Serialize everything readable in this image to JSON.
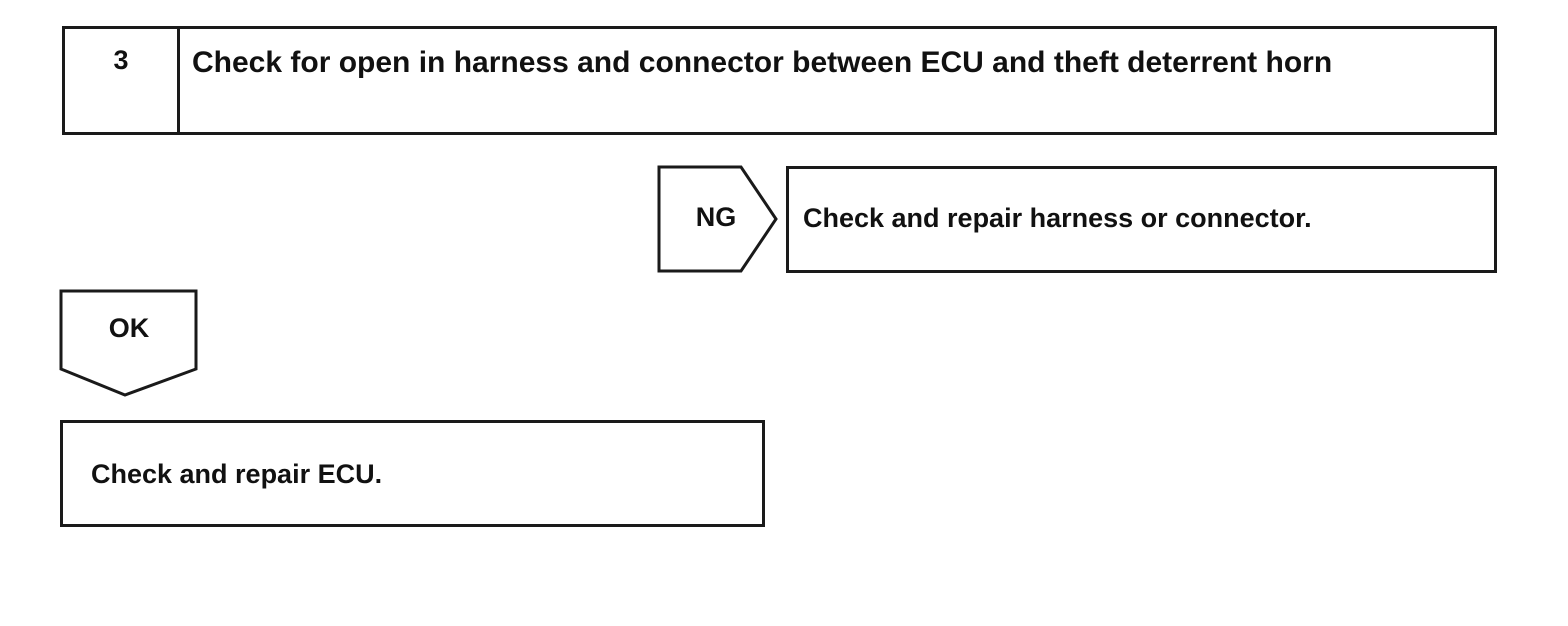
{
  "step": {
    "number": "3",
    "title": "Check for open in harness and connector between ECU and theft deterrent horn"
  },
  "ng_branch": {
    "label": "NG",
    "action": "Check and repair harness or connector."
  },
  "ok_branch": {
    "label": "OK",
    "action": "Check and repair ECU."
  }
}
